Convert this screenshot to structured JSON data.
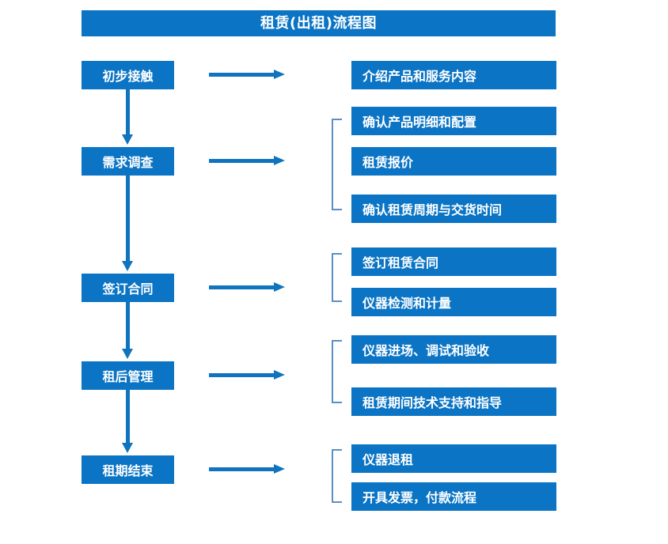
{
  "diagram": {
    "title": "租赁(出租)流程图",
    "accent_color": "#0b74c4",
    "arrow_color": "#0f74bd",
    "bracket_color": "#5a8fc4",
    "text_color": "#ffffff",
    "background_color": "#ffffff"
  },
  "stages": [
    {
      "label": "初步接触"
    },
    {
      "label": "需求调查"
    },
    {
      "label": "签订合同"
    },
    {
      "label": "租后管理"
    },
    {
      "label": "租期结束"
    }
  ],
  "tasks": [
    {
      "label": "介绍产品和服务内容"
    },
    {
      "label": "确认产品明细和配置"
    },
    {
      "label": "租赁报价"
    },
    {
      "label": "确认租赁周期与交货时间"
    },
    {
      "label": "签订租赁合同"
    },
    {
      "label": "仪器检测和计量"
    },
    {
      "label": "仪器进场、调试和验收"
    },
    {
      "label": "租赁期间技术支持和指导"
    },
    {
      "label": "仪器退租"
    },
    {
      "label": "开具发票，付款流程"
    }
  ],
  "chart_data": {
    "type": "diagram",
    "title": "租赁(出租)流程图",
    "flow": [
      {
        "stage": "初步接触",
        "tasks": [
          "介绍产品和服务内容"
        ]
      },
      {
        "stage": "需求调查",
        "tasks": [
          "确认产品明细和配置",
          "租赁报价",
          "确认租赁周期与交货时间"
        ]
      },
      {
        "stage": "签订合同",
        "tasks": [
          "签订租赁合同",
          "仪器检测和计量"
        ]
      },
      {
        "stage": "租后管理",
        "tasks": [
          "仪器进场、调试和验收",
          "租赁期间技术支持和指导"
        ]
      },
      {
        "stage": "租期结束",
        "tasks": [
          "仪器退租",
          "开具发票，付款流程"
        ]
      }
    ]
  }
}
